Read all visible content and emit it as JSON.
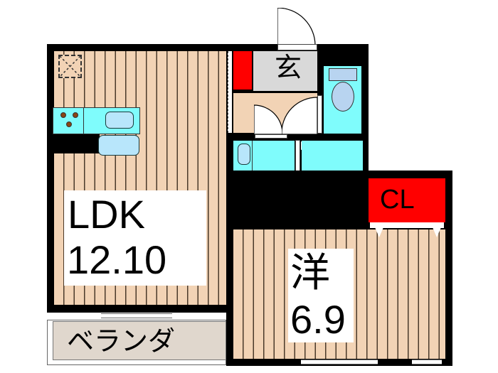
{
  "floorplan": {
    "rooms": {
      "ldk": {
        "name": "LDK",
        "size": "12.10"
      },
      "western": {
        "name": "洋",
        "size": "6.9"
      },
      "entrance": {
        "name": "玄"
      },
      "closet": {
        "name": "CL"
      },
      "veranda": {
        "name": "ベランダ"
      }
    },
    "colors": {
      "wall": "#000000",
      "wood_floor": "#f2d3b5",
      "wet_area": "#7ffcfc",
      "fixture": "#b8e6fb",
      "entrance_floor": "#d9d9d9",
      "storage": "#ff0000",
      "veranda": "#e0d7cd"
    }
  }
}
